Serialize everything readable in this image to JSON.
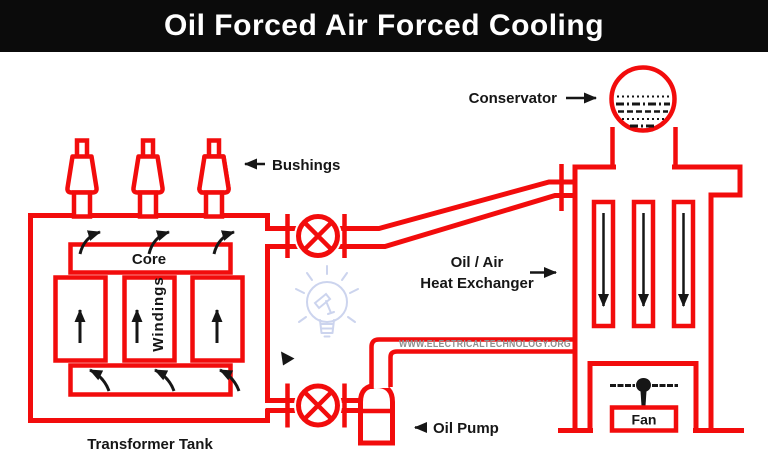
{
  "banner": {
    "title": "Oil Forced Air Forced Cooling"
  },
  "diagram": {
    "labels": {
      "conservator": "Conservator",
      "bushings": "Bushings",
      "heat_exchanger_line1": "Oil / Air",
      "heat_exchanger_line2": "Heat Exchanger",
      "oil_pump": "Oil Pump",
      "transformer_tank": "Transformer Tank",
      "core": "Core",
      "windings": "Windings",
      "fan": "Fan"
    },
    "watermark_url": "WWW.ELECTRICALTECHNOLOGY.ORG"
  },
  "colors": {
    "diagram_red": "#f20c0c",
    "ink_black": "#161616",
    "banner_bg": "#0b0b0b",
    "banner_text": "#ffffff",
    "watermark_gray": "#8e8e8e",
    "watermark_bulb": "#ccd4ee"
  }
}
